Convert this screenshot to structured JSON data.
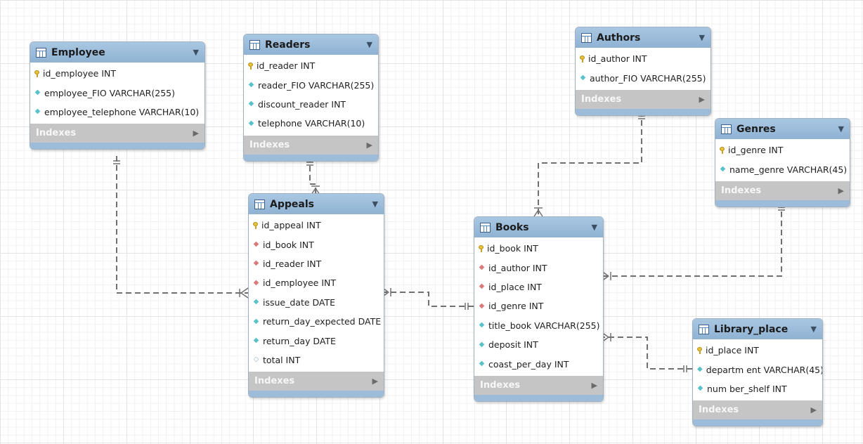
{
  "tables": [
    {
      "key": "employee",
      "name": "Employee",
      "box": "employee",
      "columns": [
        {
          "label": "id_employee INT",
          "key": "pk"
        },
        {
          "label": "employee_FIO VARCHAR(255)",
          "key": "col"
        },
        {
          "label": "employee_telephone VARCHAR(10)",
          "key": "col"
        }
      ],
      "indexes_label": "Indexes"
    },
    {
      "key": "readers",
      "name": "Readers",
      "box": "readers",
      "columns": [
        {
          "label": "id_reader INT",
          "key": "pk"
        },
        {
          "label": "reader_FIO VARCHAR(255)",
          "key": "col"
        },
        {
          "label": "discount_reader INT",
          "key": "col"
        },
        {
          "label": "telephone VARCHAR(10)",
          "key": "col"
        }
      ],
      "indexes_label": "Indexes"
    },
    {
      "key": "authors",
      "name": "Authors",
      "box": "authors",
      "columns": [
        {
          "label": "id_author INT",
          "key": "pk"
        },
        {
          "label": "author_FIO VARCHAR(255)",
          "key": "col"
        }
      ],
      "indexes_label": "Indexes"
    },
    {
      "key": "genres",
      "name": "Genres",
      "box": "genres",
      "columns": [
        {
          "label": "id_genre INT",
          "key": "pk"
        },
        {
          "label": "name_genre VARCHAR(45)",
          "key": "col"
        }
      ],
      "indexes_label": "Indexes"
    },
    {
      "key": "appeals",
      "name": "Appeals",
      "box": "appeals",
      "columns": [
        {
          "label": "id_appeal INT",
          "key": "pk"
        },
        {
          "label": "id_book INT",
          "key": "fk"
        },
        {
          "label": "id_reader INT",
          "key": "fk"
        },
        {
          "label": "id_employee INT",
          "key": "fk"
        },
        {
          "label": "issue_date DATE",
          "key": "col"
        },
        {
          "label": "return_day_expected DATE",
          "key": "col"
        },
        {
          "label": "return_day DATE",
          "key": "col"
        },
        {
          "label": "total INT",
          "key": "nullable"
        }
      ],
      "indexes_label": "Indexes"
    },
    {
      "key": "books",
      "name": "Books",
      "box": "books",
      "columns": [
        {
          "label": "id_book INT",
          "key": "pk"
        },
        {
          "label": "id_author INT",
          "key": "fk"
        },
        {
          "label": "id_place INT",
          "key": "fk"
        },
        {
          "label": "id_genre INT",
          "key": "fk"
        },
        {
          "label": "title_book VARCHAR(255)",
          "key": "col"
        },
        {
          "label": "deposit INT",
          "key": "col"
        },
        {
          "label": "coast_per_day INT",
          "key": "col"
        }
      ],
      "indexes_label": "Indexes"
    },
    {
      "key": "library_place",
      "name": "Library_place",
      "box": "library_place",
      "columns": [
        {
          "label": "id_place INT",
          "key": "pk"
        },
        {
          "label": "departm ent VARCHAR(45)",
          "key": "col"
        },
        {
          "label": "num ber_shelf INT",
          "key": "col"
        }
      ],
      "indexes_label": "Indexes"
    }
  ],
  "relationships": [
    {
      "name": "employee-appeals",
      "from": "Employee",
      "to": "Appeals",
      "from_card": "one",
      "to_card": "many"
    },
    {
      "name": "readers-appeals",
      "from": "Readers",
      "to": "Appeals",
      "from_card": "one",
      "to_card": "many"
    },
    {
      "name": "books-appeals",
      "from": "Books",
      "to": "Appeals",
      "from_card": "one",
      "to_card": "many"
    },
    {
      "name": "authors-books",
      "from": "Authors",
      "to": "Books",
      "from_card": "one",
      "to_card": "many"
    },
    {
      "name": "genres-books",
      "from": "Genres",
      "to": "Books",
      "from_card": "one",
      "to_card": "many"
    },
    {
      "name": "library-place-books",
      "from": "Library_place",
      "to": "Books",
      "from_card": "one",
      "to_card": "many"
    }
  ],
  "icons": {
    "primary_key": "key-icon",
    "foreign_key": "fk-diamond-icon",
    "column": "column-diamond-icon",
    "table": "table-icon",
    "collapse": "chevron-down-icon",
    "expand": "chevron-right-icon"
  },
  "colors": {
    "header": "#98bbdb",
    "indexes_bar": "#c5c5c5",
    "fk_diamond": "#d97b7b",
    "column_diamond": "#58c2c8",
    "pk_key": "#e7c23d",
    "line": "#707070"
  }
}
